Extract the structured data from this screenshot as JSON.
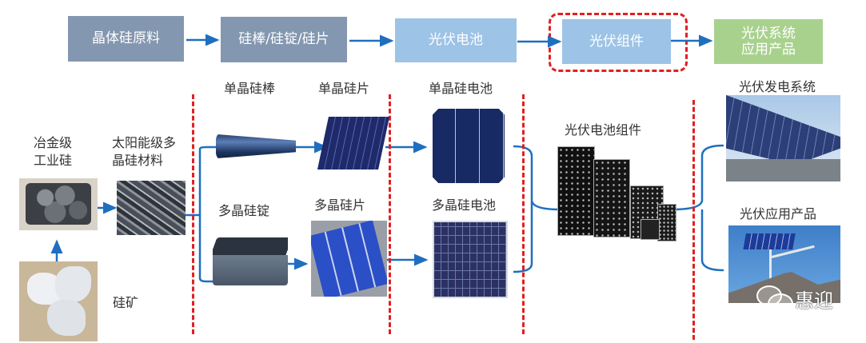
{
  "flow": {
    "stages": [
      {
        "label": "晶体硅原料",
        "color": "#8497b0"
      },
      {
        "label": "硅棒/硅锭/硅片",
        "color": "#8497b0"
      },
      {
        "label": "光伏电池",
        "color": "#9dc3e6"
      },
      {
        "label": "光伏组件",
        "color": "#9dc3e6",
        "highlighted": true
      },
      {
        "label_line1": "光伏系统",
        "label_line2": "应用产品",
        "color": "#a9d18e"
      }
    ],
    "arrow_color": "#1f6fbf",
    "highlight_color": "#e02020"
  },
  "materials": {
    "metallurgical_silicon": {
      "line1": "冶金级",
      "line2": "工业硅"
    },
    "solar_polysilicon": {
      "line1": "太阳能级多",
      "line2": "晶硅材料"
    },
    "silicon_ore": "硅矿"
  },
  "ingots_wafers": {
    "mono_rod": "单晶硅棒",
    "mono_wafer": "单晶硅片",
    "poly_ingot": "多晶硅锭",
    "poly_wafer": "多晶硅片"
  },
  "cells": {
    "mono_cell": "单晶硅电池",
    "poly_cell": "多晶硅电池"
  },
  "modules": {
    "pv_module": "光伏电池组件"
  },
  "applications": {
    "pv_power_system": "光伏发电系统",
    "pv_products": "光伏应用产品"
  },
  "watermark": {
    "text": "惠迎",
    "icon": "wechat-icon"
  }
}
